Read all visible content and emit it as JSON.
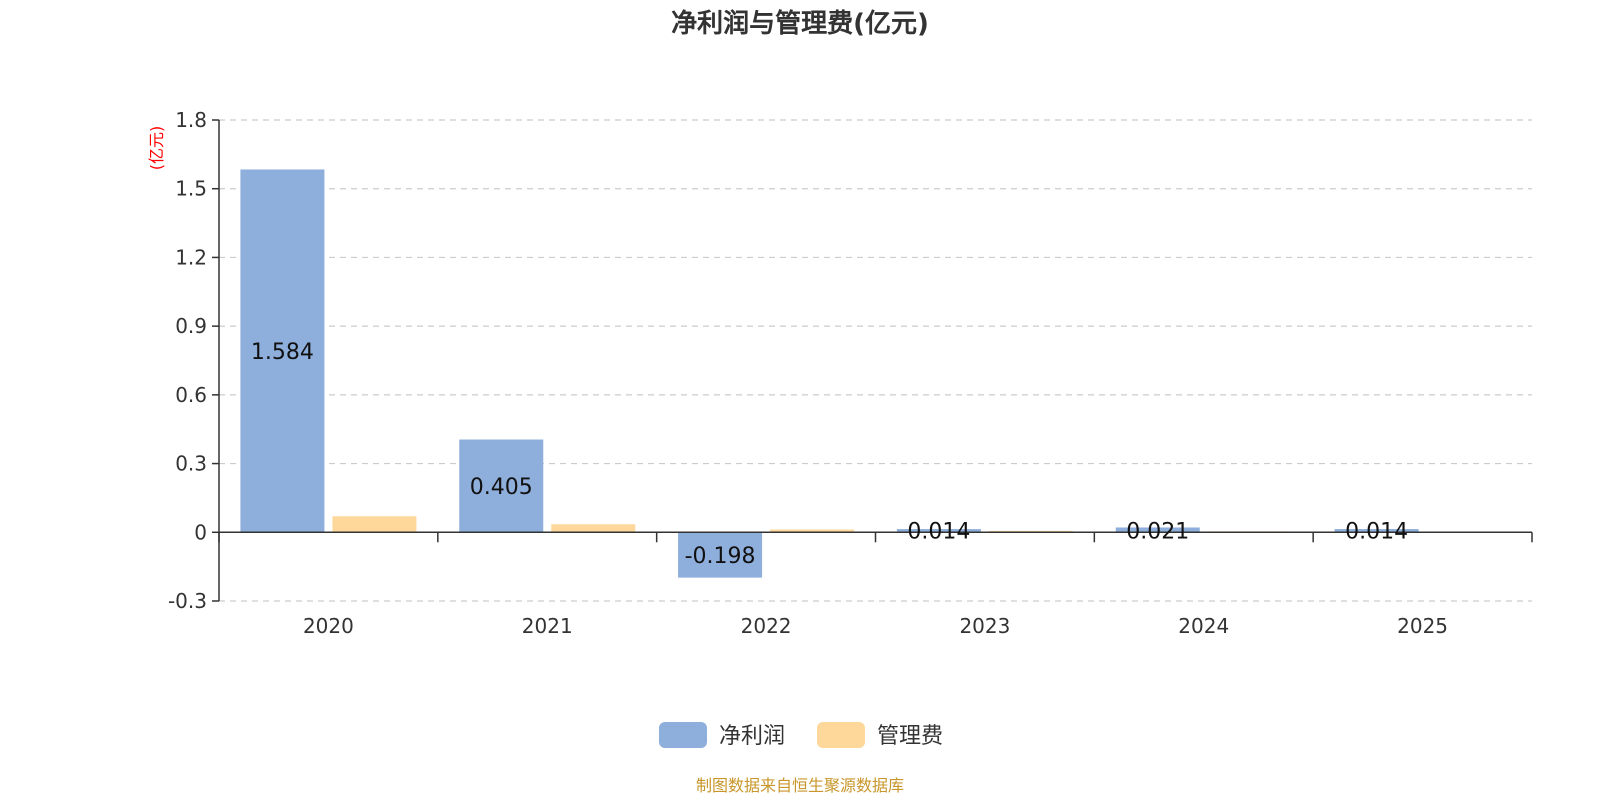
{
  "chart_data": {
    "type": "bar",
    "title": "净利润与管理费(亿元)",
    "unit_label": "(亿元)",
    "categories": [
      "2020",
      "2021",
      "2022",
      "2023",
      "2024",
      "2025"
    ],
    "series": [
      {
        "name": "净利润",
        "color": "#8eaedb",
        "values": [
          1.584,
          0.405,
          -0.198,
          0.014,
          0.021,
          0.014
        ],
        "labels": [
          "1.584",
          "0.405",
          "-0.198",
          "0.014",
          "0.021",
          "0.014"
        ]
      },
      {
        "name": "管理费",
        "color": "#fdd89a",
        "values": [
          0.07,
          0.035,
          0.012,
          0.006,
          0.004,
          0.003
        ]
      }
    ],
    "yticks": [
      -0.3,
      0,
      0.3,
      0.6,
      0.9,
      1.2,
      1.5,
      1.8
    ],
    "ytick_labels": [
      "-0.3",
      "0",
      "0.3",
      "0.6",
      "0.9",
      "1.2",
      "1.5",
      "1.8"
    ],
    "ylim": [
      -0.3,
      1.8
    ],
    "grid": true,
    "legend_position": "bottom-center"
  },
  "source_text": "制图数据来自恒生聚源数据库"
}
